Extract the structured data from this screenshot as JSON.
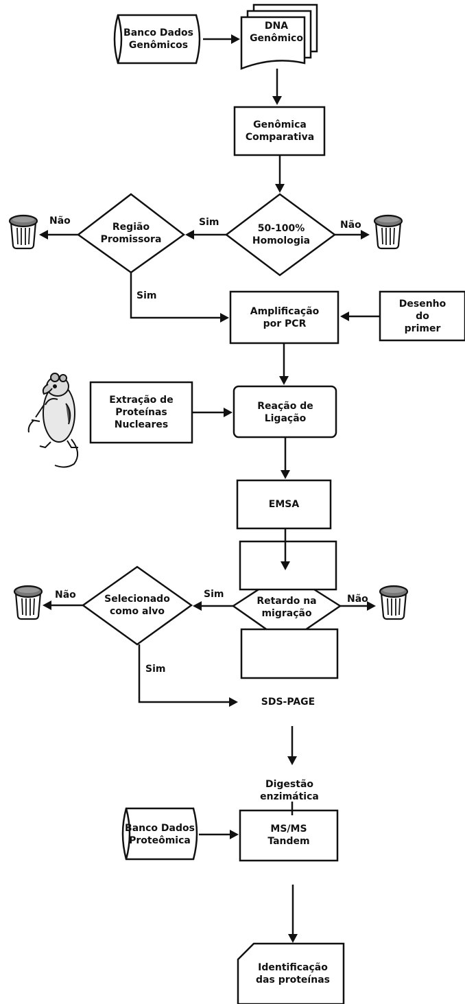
{
  "nodes": {
    "banco_genomicos": "Banco Dados\nGenômicos",
    "dna_genomico": "DNA\nGenômico",
    "genomica_comparativa": "Genômica\nComparativa",
    "homologia": "50-100%\nHomologia",
    "regiao_promissora": "Região\nPromissora",
    "amplificacao": "Amplificação\npor PCR",
    "desenho_primer": "Desenho\ndo primer",
    "extracao": "Extração de\nProteínas\nNucleares",
    "reacao_ligacao": "Reação de\nLigação",
    "emsa": "EMSA",
    "retardo": "Retardo na\nmigração",
    "selecionado": "Selecionado\ncomo alvo",
    "sds_page": "SDS-PAGE",
    "digestao": "Digestão\nenzimática",
    "banco_proteomica": "Banco Dados\nProteômica",
    "msms": "MS/MS\nTandem",
    "identificacao": "Identificação\ndas proteínas"
  },
  "edge_labels": {
    "sim": "Sim",
    "nao": "Não"
  },
  "icons": [
    "trash-bin-icon",
    "rat-illustration"
  ]
}
